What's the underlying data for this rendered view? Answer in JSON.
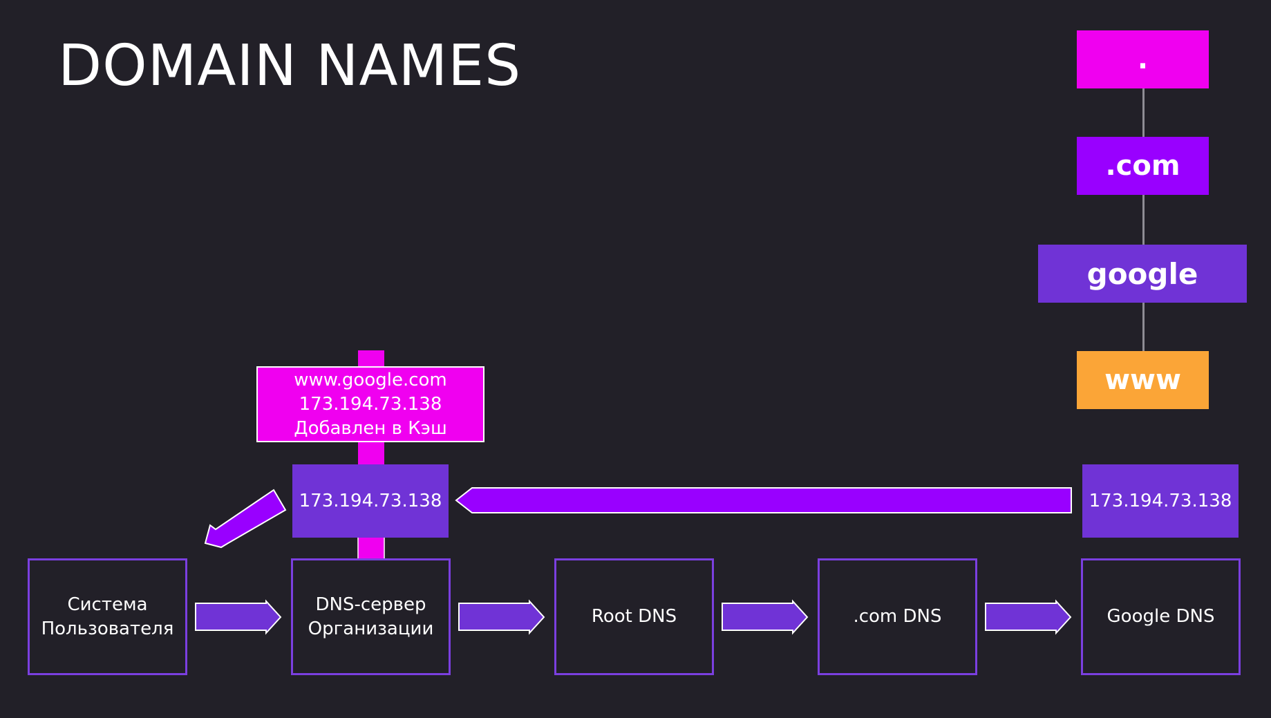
{
  "title": "DOMAIN NAMES",
  "hierarchy": [
    {
      "label": ".",
      "color": "#f000f0"
    },
    {
      "label": ".com",
      "color": "#9900ff"
    },
    {
      "label": "google",
      "color": "#7033d6"
    },
    {
      "label": "www",
      "color": "#fba537"
    }
  ],
  "cache_note": {
    "line1": "www.google.com",
    "line2": "173.194.73.138",
    "line3": "Добавлен в Кэш"
  },
  "ip_left": "173.194.73.138",
  "ip_right": "173.194.73.138",
  "flow": [
    {
      "line1": "Система",
      "line2": "Пользователя"
    },
    {
      "line1": "DNS-сервер",
      "line2": "Организации"
    },
    {
      "line1": "Root DNS",
      "line2": ""
    },
    {
      "line1": ".com DNS",
      "line2": ""
    },
    {
      "line1": "Google DNS",
      "line2": ""
    }
  ],
  "colors": {
    "background": "#222028",
    "box_border": "#7b3fe0",
    "flow_arrow": "#7033d6",
    "return_arrow": "#9900ff",
    "cache": "#f000f0"
  }
}
